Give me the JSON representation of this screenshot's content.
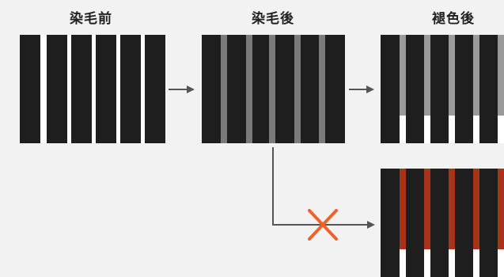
{
  "labels": {
    "before": "染毛前",
    "after": "染毛後",
    "faded": "褪色後"
  },
  "colors": {
    "background": "#f2f2f2",
    "hair": "#1e1e1e",
    "gap_white": "#ffffff",
    "dye_gray": "#7a7a7a",
    "faded_gray": "#9a9a9a",
    "dye_red": "#a8321a",
    "arrow": "#555555",
    "cross": "#f0622a"
  },
  "icons": {
    "arrow_right": "arrow-right-icon",
    "cross": "x-mark-icon"
  }
}
